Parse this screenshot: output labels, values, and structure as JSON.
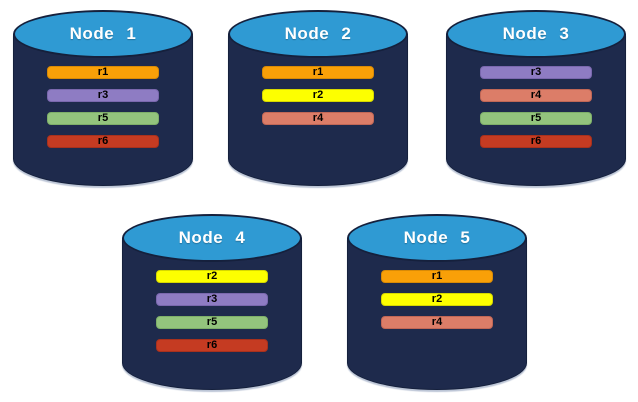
{
  "colors": {
    "background": "#ffffff",
    "cylinder_body": "#1E2A4C",
    "cylinder_top": "#2F9AD3",
    "cylinder_outline": "#15203C",
    "bar_text": "#000000",
    "title_text": "#ffffff"
  },
  "replica_colors": {
    "r1": {
      "fill": "#F9A008",
      "border": "#D88A06"
    },
    "r2": {
      "fill": "#FDFF00",
      "border": "#D6D800"
    },
    "r3": {
      "fill": "#8E7CC3",
      "border": "#7A68AE"
    },
    "r4": {
      "fill": "#DC7D68",
      "border": "#C16756"
    },
    "r5": {
      "fill": "#93C47D",
      "border": "#7EAF69"
    },
    "r6": {
      "fill": "#C53B22",
      "border": "#A8311D"
    }
  },
  "nodes": [
    {
      "title": "Node 1",
      "replicas": [
        "r1",
        "r3",
        "r5",
        "r6"
      ]
    },
    {
      "title": "Node 2",
      "replicas": [
        "r1",
        "r2",
        "r4"
      ]
    },
    {
      "title": "Node 3",
      "replicas": [
        "r3",
        "r4",
        "r5",
        "r6"
      ]
    },
    {
      "title": "Node 4",
      "replicas": [
        "r2",
        "r3",
        "r5",
        "r6"
      ]
    },
    {
      "title": "Node 5",
      "replicas": [
        "r1",
        "r2",
        "r4"
      ]
    }
  ]
}
